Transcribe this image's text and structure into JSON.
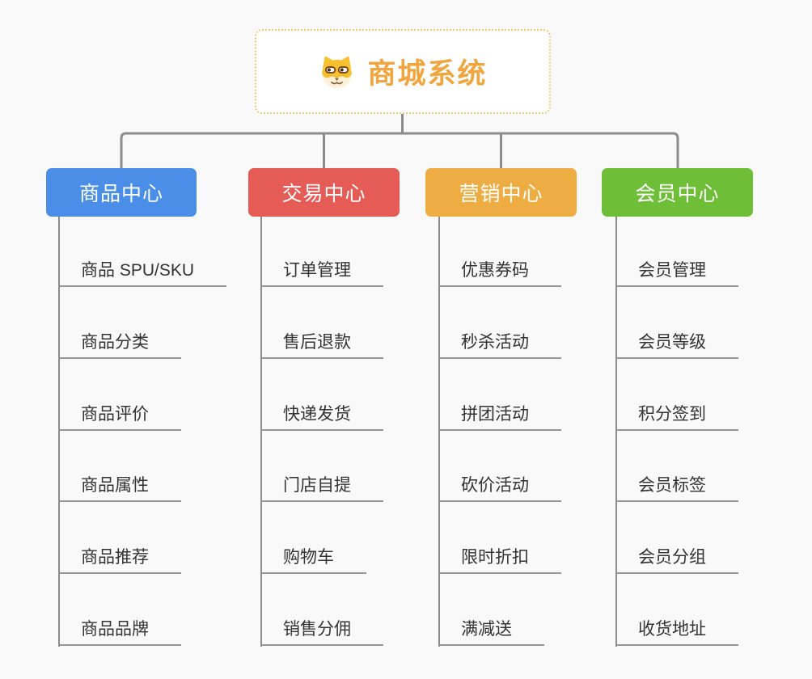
{
  "root": {
    "title": "商城系统",
    "title_color": "#f0a53e",
    "border_color": "#f5c878",
    "icon": "dog-icon"
  },
  "colors": {
    "background": "#f9f9f9",
    "line": "#8c8c8c",
    "underline": "#969696",
    "text": "#333333"
  },
  "branches": [
    {
      "label": "商品中心",
      "color": "#4a8ee8",
      "items": [
        "商品 SPU/SKU",
        "商品分类",
        "商品评价",
        "商品属性",
        "商品推荐",
        "商品品牌"
      ]
    },
    {
      "label": "交易中心",
      "color": "#e55c57",
      "items": [
        "订单管理",
        "售后退款",
        "快递发货",
        "门店自提",
        "购物车",
        "销售分佣"
      ]
    },
    {
      "label": "营销中心",
      "color": "#eead43",
      "items": [
        "优惠券码",
        "秒杀活动",
        "拼团活动",
        "砍价活动",
        "限时折扣",
        "满减送"
      ]
    },
    {
      "label": "会员中心",
      "color": "#6ebe37",
      "items": [
        "会员管理",
        "会员等级",
        "积分签到",
        "会员标签",
        "会员分组",
        "收货地址"
      ]
    }
  ]
}
